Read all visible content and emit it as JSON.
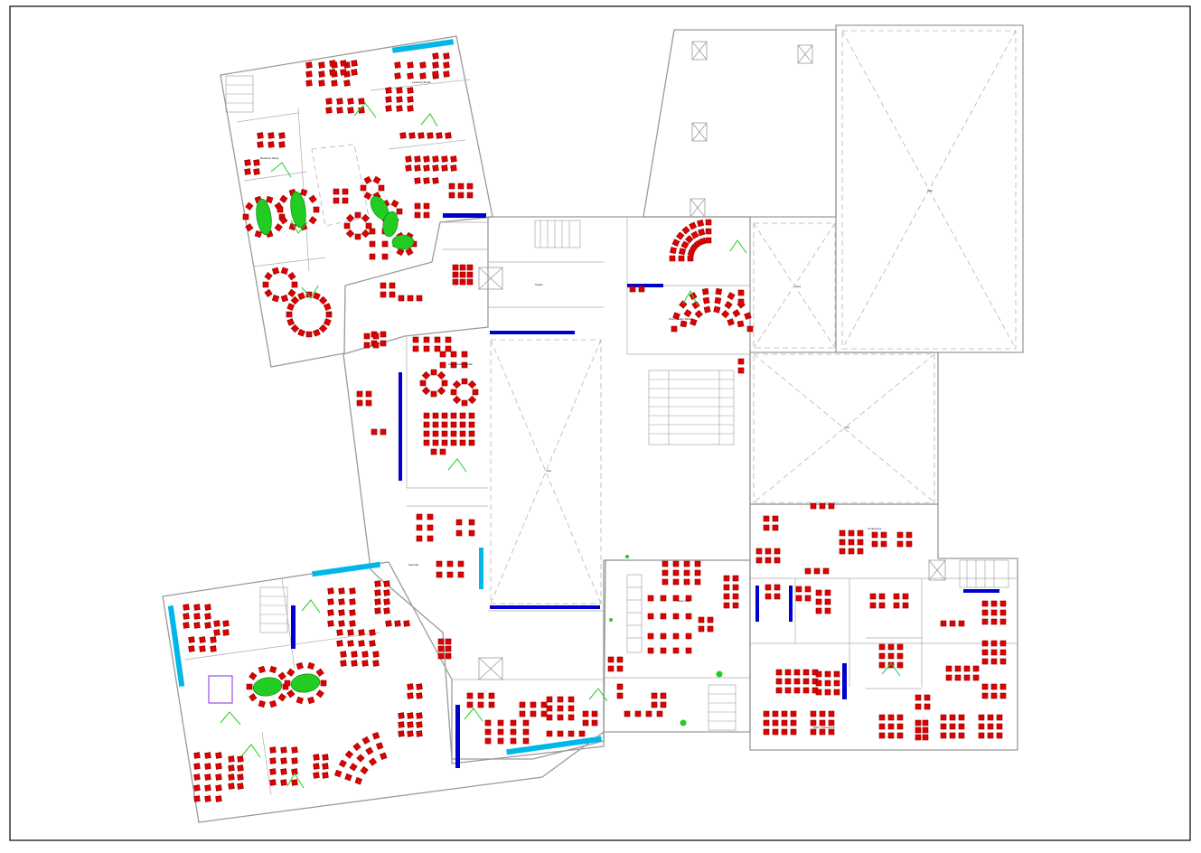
{
  "drawing": {
    "void_label": "Void",
    "room_labels": [
      "Breakout Study",
      "Learning Studio",
      "Collaborative Studio",
      "Presentation Studio",
      "Seminar",
      "Conference",
      "Staff / Conference",
      "Open Lab",
      "Toilets"
    ]
  },
  "colors": {
    "frame": "#000000",
    "walls": "#9a9a9a",
    "furniture": "#e00000",
    "furniture_dark": "#8b0000",
    "tables_green": "#22cc22",
    "cyan": "#00b7e8",
    "blue": "#0000cc",
    "purple": "#8a2be2"
  }
}
